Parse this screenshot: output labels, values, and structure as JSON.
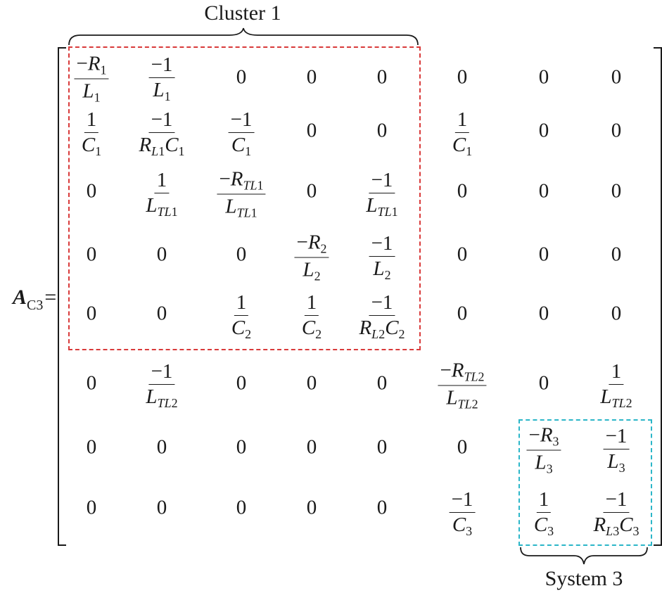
{
  "lhs": {
    "symbol": "A",
    "subscript": "C3",
    "equals": "="
  },
  "annotations": {
    "cluster": "Cluster 1",
    "system": "System 3"
  },
  "colors": {
    "cluster_box": "#d93a3a",
    "system_box": "#2bb6c8",
    "text": "#1a1a1a"
  },
  "matrix": [
    [
      "-R1/L1",
      "-1/L1",
      "0",
      "0",
      "0",
      "0",
      "0",
      "0"
    ],
    [
      "1/C1",
      "-1/(RL1 C1)",
      "-1/C1",
      "0",
      "0",
      "1/C1",
      "0",
      "0"
    ],
    [
      "0",
      "1/LTL1",
      "-RTL1/LTL1",
      "0",
      "-1/LTL1",
      "0",
      "0",
      "0"
    ],
    [
      "0",
      "0",
      "0",
      "-R2/L2",
      "-1/L2",
      "0",
      "0",
      "0"
    ],
    [
      "0",
      "0",
      "1/C2",
      "1/C2",
      "-1/(RL2 C2)",
      "0",
      "0",
      "0"
    ],
    [
      "0",
      "-1/LTL2",
      "0",
      "0",
      "0",
      "-RTL2/LTL2",
      "0",
      "1/LTL2"
    ],
    [
      "0",
      "0",
      "0",
      "0",
      "0",
      "0",
      "-R3/L3",
      "-1/L3"
    ],
    [
      "0",
      "0",
      "0",
      "0",
      "0",
      "-1/C3",
      "1/C3",
      "-1/(RL3 C3)"
    ]
  ]
}
